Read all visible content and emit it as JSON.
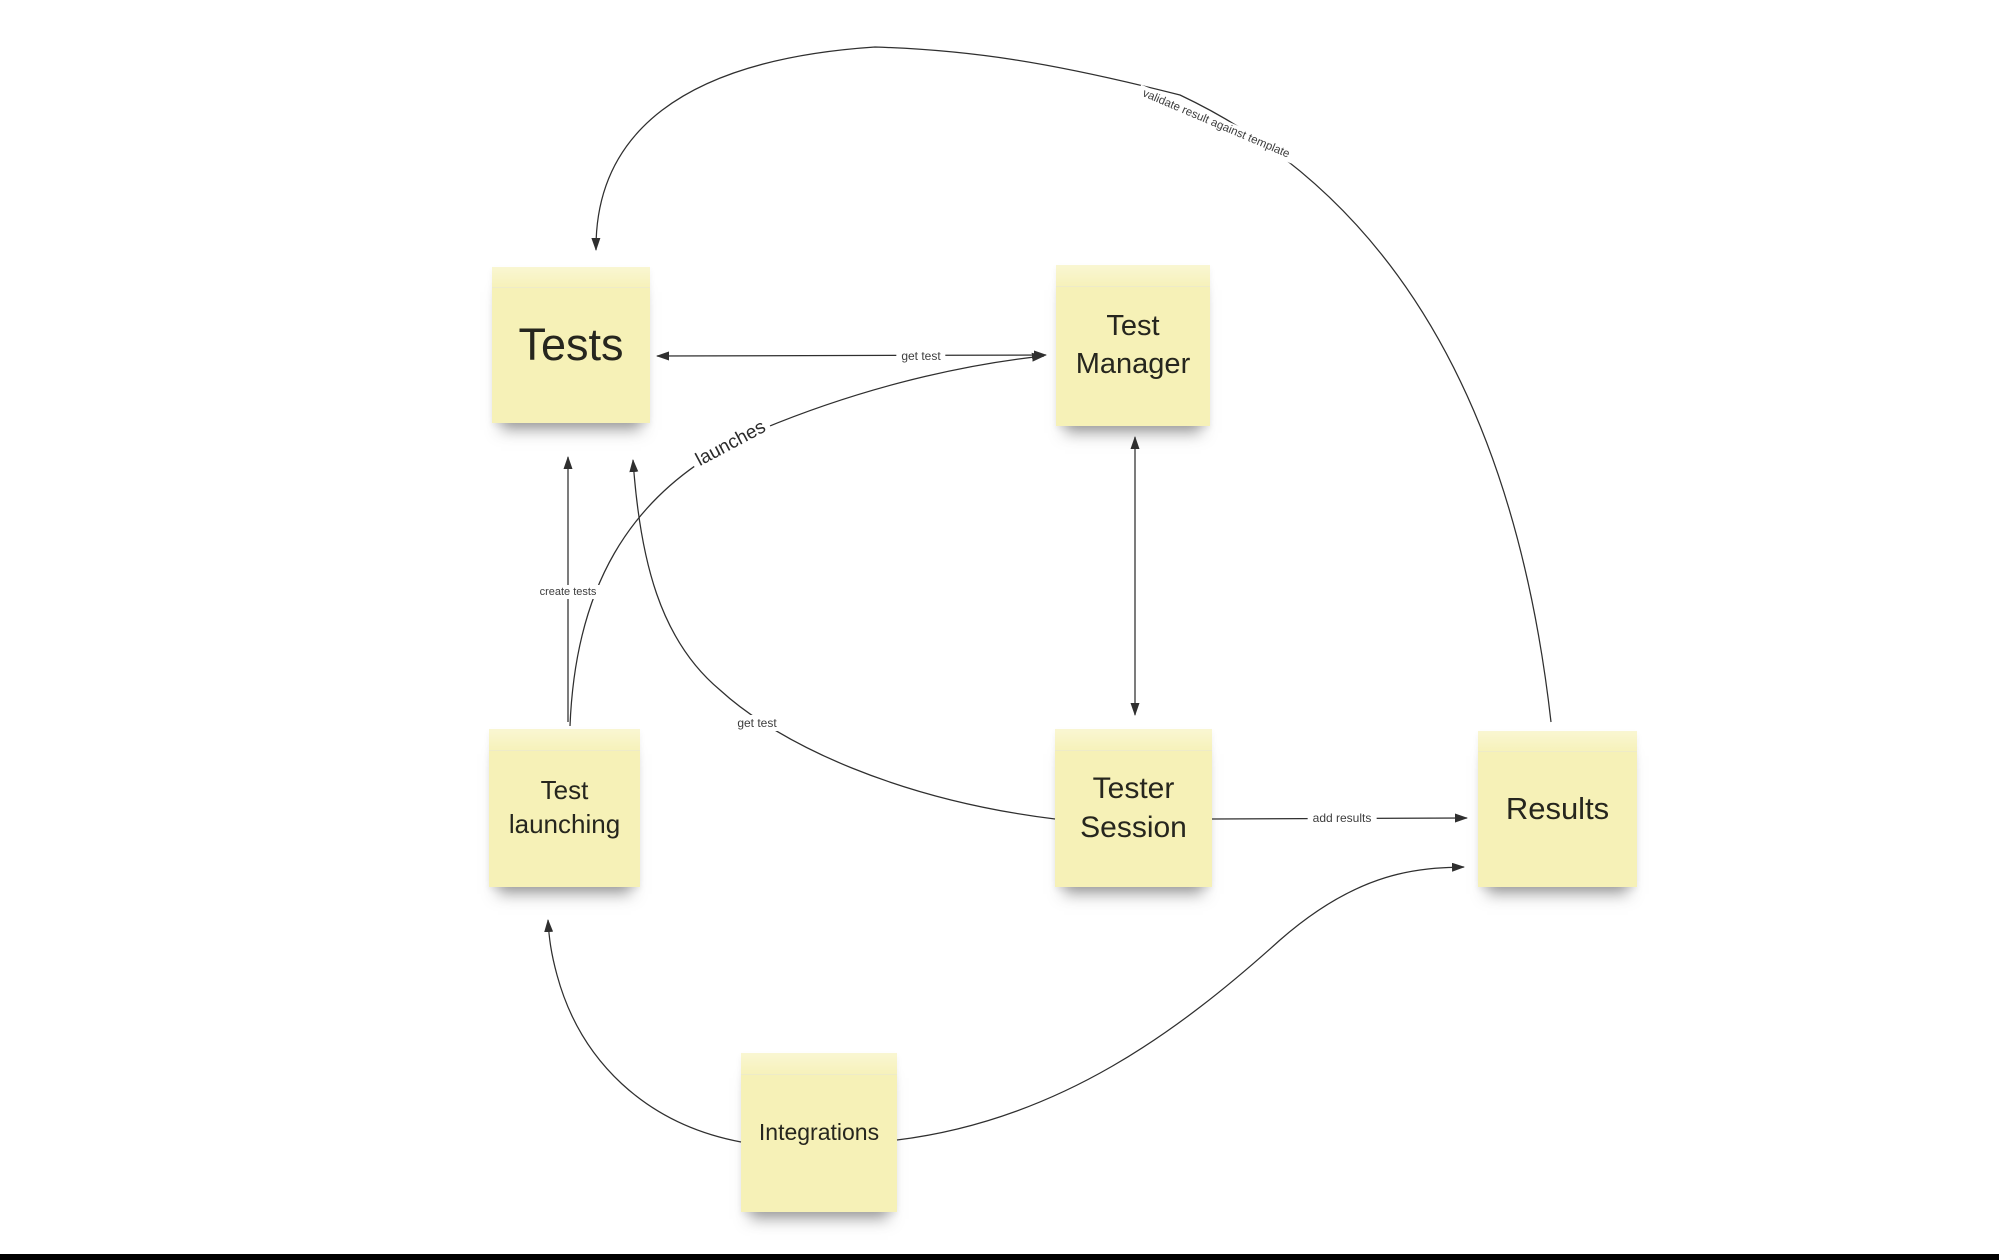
{
  "canvas": {
    "background": "#ffffff",
    "bottom_bar_color": "#000000"
  },
  "colors": {
    "note_fill": "#f6f1b7",
    "note_text": "#26261e",
    "connector": "#2f2f2f",
    "label_text": "#3d3d3d"
  },
  "notes": {
    "tests": {
      "label": "Tests"
    },
    "test_manager": {
      "label": "Test Manager"
    },
    "test_launching": {
      "label": "Test launching"
    },
    "tester_session": {
      "label": "Tester Session"
    },
    "results": {
      "label": "Results"
    },
    "integrations": {
      "label": "Integrations"
    }
  },
  "connector_labels": {
    "validate": "validate result against template",
    "get_test_top": "get test",
    "launches": "launches",
    "create_tests": "create tests",
    "get_test_low": "get test",
    "add_results": "add results"
  },
  "connections": [
    {
      "from": "results",
      "to": "tests",
      "label": "validate result against template",
      "bidirectional": false
    },
    {
      "from": "test_manager",
      "to": "tests",
      "label": "get test",
      "bidirectional": true
    },
    {
      "from": "test_launching",
      "to": "test_manager",
      "label": "launches",
      "bidirectional": false
    },
    {
      "from": "test_launching",
      "to": "tests",
      "label": "create tests",
      "bidirectional": false
    },
    {
      "from": "tester_session",
      "to": "tests",
      "label": "get test",
      "bidirectional": false
    },
    {
      "from": "test_manager",
      "to": "tester_session",
      "label": "",
      "bidirectional": true
    },
    {
      "from": "tester_session",
      "to": "results",
      "label": "add results",
      "bidirectional": false
    },
    {
      "from": "integrations",
      "to": "test_launching",
      "label": "",
      "bidirectional": false
    },
    {
      "from": "integrations",
      "to": "results",
      "label": "",
      "bidirectional": false
    }
  ]
}
